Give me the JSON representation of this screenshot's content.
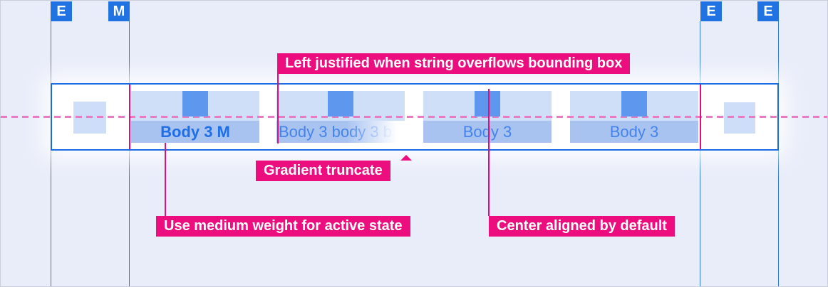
{
  "markers": [
    {
      "label": "E"
    },
    {
      "label": "M"
    },
    {
      "label": "E"
    },
    {
      "label": "E"
    }
  ],
  "tab_bar": {
    "tabs": [
      {
        "label": "Body 3 M",
        "state": "active"
      },
      {
        "label": "Body 3 body 3 b",
        "state": "overflow-truncated"
      },
      {
        "label": "Body 3",
        "state": "default"
      },
      {
        "label": "Body 3",
        "state": "default"
      }
    ]
  },
  "annotations": {
    "left_justified": "Left justified when string overflows bounding box",
    "gradient_truncate": "Gradient truncate",
    "medium_weight": "Use medium weight for active state",
    "center_aligned": "Center aligned by default"
  },
  "colors": {
    "background": "#e9edfa",
    "keyline_blue": "#2e7ae6",
    "marker_blue": "#2173e3",
    "bar_border_blue": "#1a6ce2",
    "tab_bg_light": "#cfdff8",
    "tab_label_bg": "#a9c3f1",
    "tab_icon_blue": "#5d97ee",
    "active_text_blue": "#1f6fe8",
    "inactive_text_blue": "#4583eb",
    "annotation_pink": "#ec0e7f",
    "dashed_baseline_pink": "#e77cc4"
  }
}
